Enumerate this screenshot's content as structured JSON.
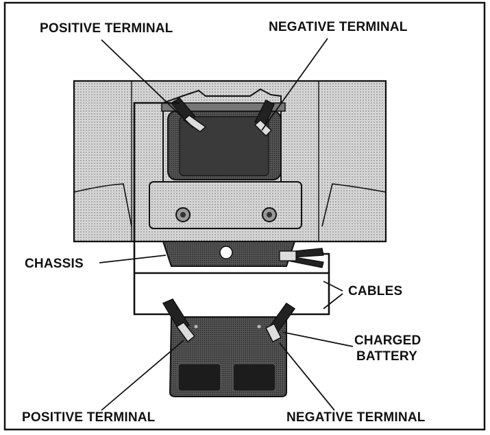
{
  "labels": {
    "top_positive_terminal": "POSITIVE TERMINAL",
    "top_negative_terminal": "NEGATIVE TERMINAL",
    "chassis": "CHASSIS",
    "cables": "CABLES",
    "charged_battery_line1": "CHARGED",
    "charged_battery_line2": "BATTERY",
    "bottom_positive_terminal": "POSITIVE TERMINAL",
    "bottom_negative_terminal": "NEGATIVE TERMINAL"
  },
  "colors": {
    "ink": "#111111",
    "paper": "#ffffff",
    "halftone_light": "#c4c4c4",
    "halftone_mid": "#8e8e8e",
    "battery_dark": "#333333",
    "chassis_dark": "#2a2a2a"
  }
}
